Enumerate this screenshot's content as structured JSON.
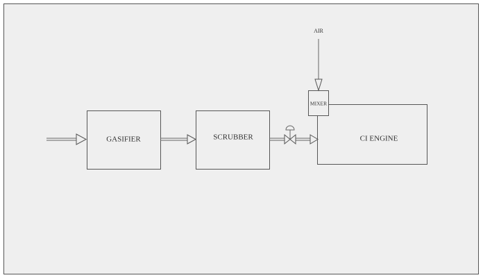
{
  "diagram": {
    "background_color": "#efefef",
    "stroke_color": "#555555",
    "nodes": {
      "gasifier": "GASIFIER",
      "scrubber": "SCRUBBER",
      "mixer": "MIXER",
      "engine": "CI ENGINE",
      "air": "AIR"
    },
    "icons": {
      "valve": "control-valve-icon"
    }
  }
}
